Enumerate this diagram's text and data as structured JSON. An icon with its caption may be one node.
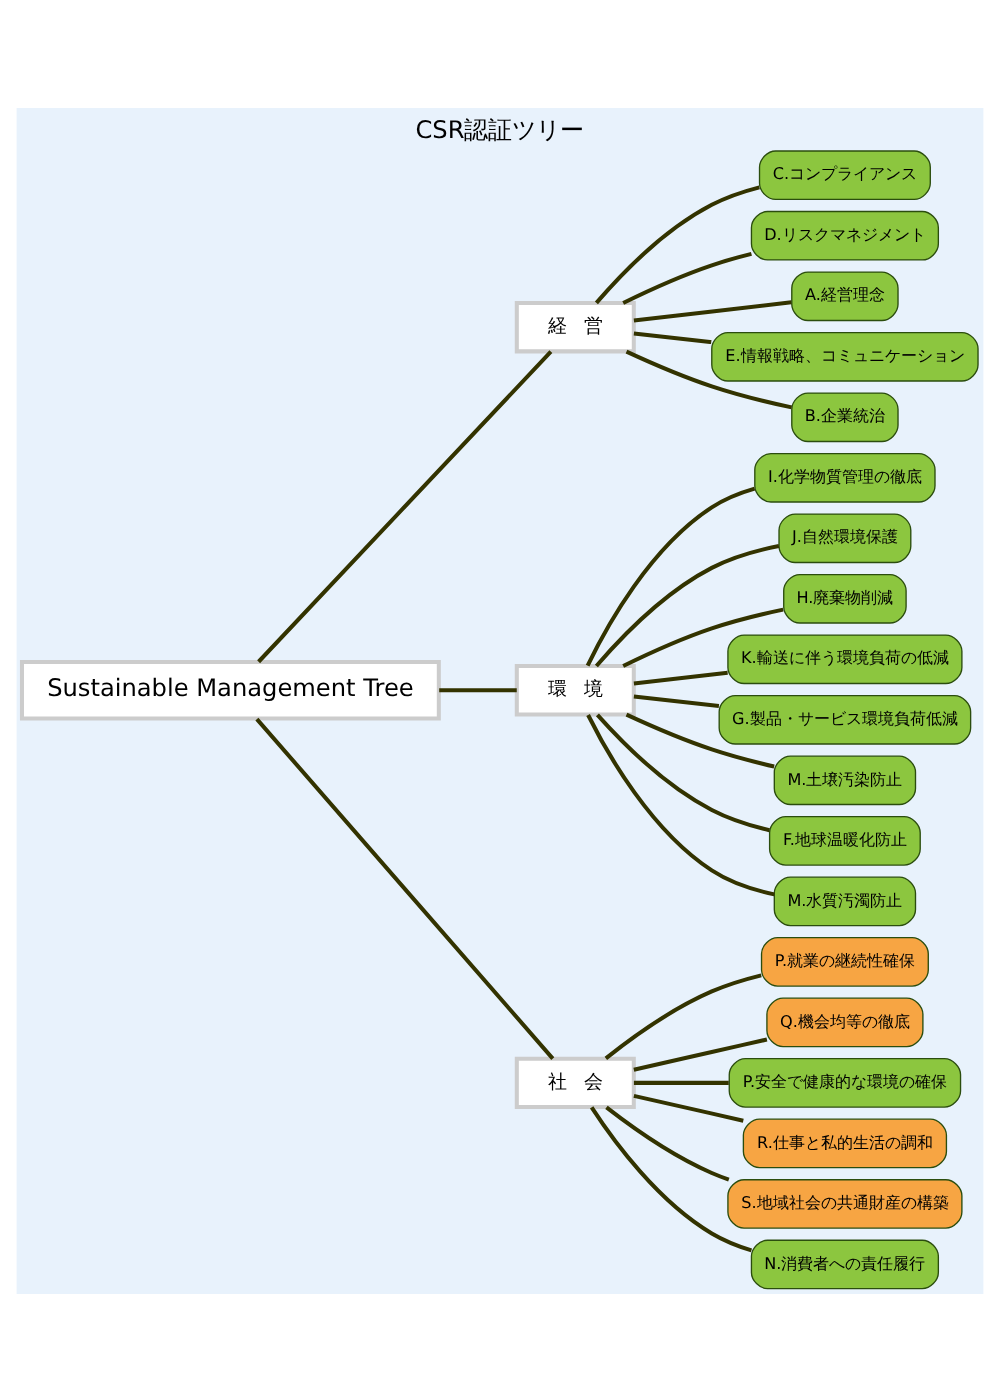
{
  "diagram": {
    "title": "CSR認証ツリー",
    "nodes": [
      {
        "text": [
          "Sustainable Management Tree"
        ]
      },
      {
        "text": [
          "経　営"
        ]
      },
      {
        "text": [
          "環　境"
        ]
      },
      {
        "text": [
          "社　会"
        ]
      },
      {
        "text": [
          "C.コンプライアンス"
        ]
      },
      {
        "text": [
          "D.リスクマネジメント"
        ]
      },
      {
        "text": [
          "A.経営理念"
        ]
      },
      {
        "text": [
          "E.情報戦略、コミュニケーション"
        ]
      },
      {
        "text": [
          "B.企業統治"
        ]
      },
      {
        "text": [
          "I.化学物質管理の徹底"
        ]
      },
      {
        "text": [
          "J.自然環境保護"
        ]
      },
      {
        "text": [
          "H.廃棄物削減"
        ]
      },
      {
        "text": [
          "K.輸送に伴う環境負荷の低減"
        ]
      },
      {
        "text": [
          "G.製品・サービス環境負荷低減"
        ]
      },
      {
        "text": [
          "M.土壌汚染防止"
        ]
      },
      {
        "text": [
          "F.地球温暖化防止"
        ]
      },
      {
        "text": [
          "M.水質汚濁防止"
        ]
      },
      {
        "text": [
          "P.就業の継続性確保"
        ]
      },
      {
        "text": [
          "Q.機会均等の徹底"
        ]
      },
      {
        "text": [
          "P.安全で健康的な環境の確保"
        ]
      },
      {
        "text": [
          "R.仕事と私的生活の調和"
        ]
      },
      {
        "text": [
          "S.地域社会の共通財産の構築"
        ]
      },
      {
        "text": [
          "N.消費者への責任履行"
        ]
      }
    ],
    "edges": [
      {
        "from": 0,
        "to": 1,
        "arrow": "none"
      },
      {
        "from": 0,
        "to": 2,
        "arrow": "none"
      },
      {
        "from": 0,
        "to": 3,
        "arrow": "none"
      },
      {
        "from": 1,
        "to": 4,
        "arrow": "none"
      },
      {
        "from": 1,
        "to": 5,
        "arrow": "none"
      },
      {
        "from": 1,
        "to": 6,
        "arrow": "none"
      },
      {
        "from": 1,
        "to": 7,
        "arrow": "none"
      },
      {
        "from": 1,
        "to": 8,
        "arrow": "none"
      },
      {
        "from": 2,
        "to": 9,
        "arrow": "none"
      },
      {
        "from": 2,
        "to": 10,
        "arrow": "none"
      },
      {
        "from": 2,
        "to": 11,
        "arrow": "none"
      },
      {
        "from": 2,
        "to": 12,
        "arrow": "none"
      },
      {
        "from": 2,
        "to": 13,
        "arrow": "none"
      },
      {
        "from": 2,
        "to": 14,
        "arrow": "none"
      },
      {
        "from": 2,
        "to": 15,
        "arrow": "none"
      },
      {
        "from": 2,
        "to": 16,
        "arrow": "none"
      },
      {
        "from": 3,
        "to": 17,
        "arrow": "none"
      },
      {
        "from": 3,
        "to": 18,
        "arrow": "none"
      },
      {
        "from": 3,
        "to": 19,
        "arrow": "none"
      },
      {
        "from": 3,
        "to": 20,
        "arrow": "none"
      },
      {
        "from": 3,
        "to": 21,
        "arrow": "none"
      },
      {
        "from": 3,
        "to": 22,
        "arrow": "none"
      }
    ]
  }
}
